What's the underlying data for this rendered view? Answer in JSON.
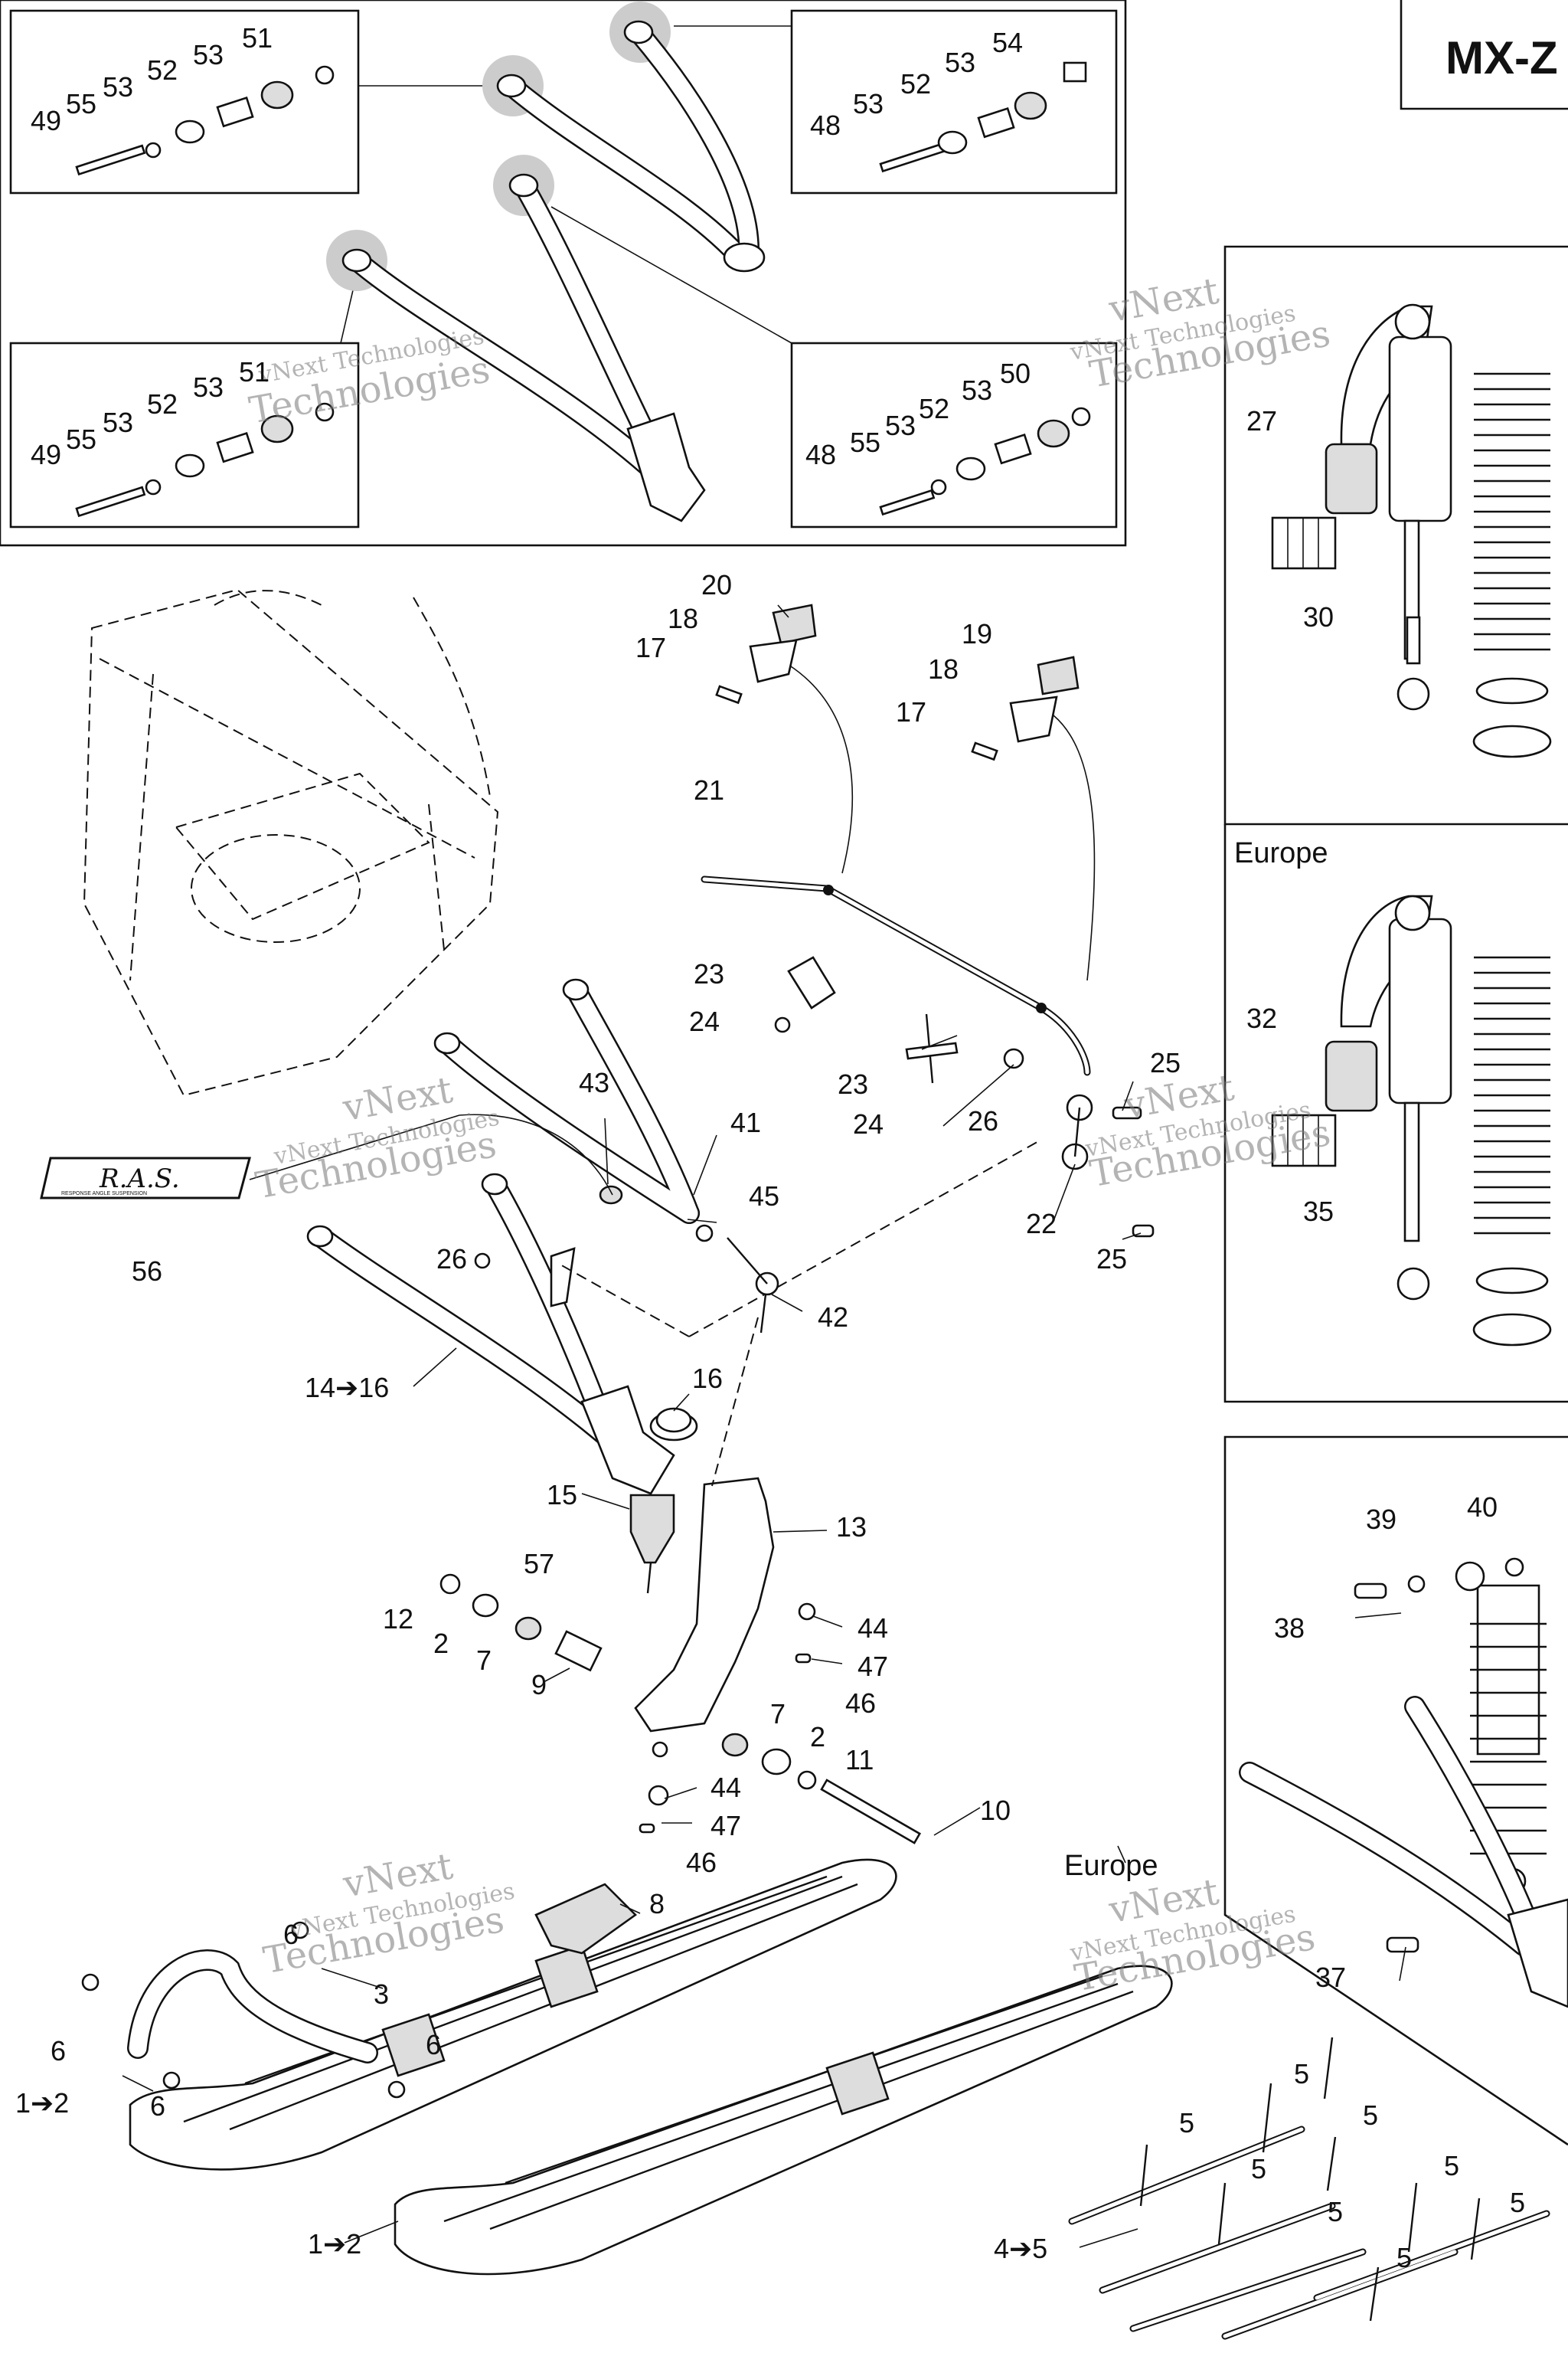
{
  "title": "MX-Z",
  "region_labels": [
    "Europe",
    "Europe"
  ],
  "watermark": {
    "line1": "vNext Technologies",
    "line2": "vNext",
    "line3": "Technologies"
  },
  "ras_logo": {
    "main": "R.A.S.",
    "sub": "RESPONSE ANGLE SUSPENSION"
  },
  "callouts": [
    "51",
    "53",
    "52",
    "53",
    "49",
    "55",
    "53",
    "52",
    "54",
    "53",
    "48",
    "51",
    "53",
    "52",
    "53",
    "49",
    "55",
    "50",
    "53",
    "52",
    "53",
    "48",
    "55",
    "27",
    "30",
    "32",
    "35",
    "20",
    "18",
    "17",
    "19",
    "18",
    "17",
    "21",
    "23",
    "24",
    "23",
    "24",
    "26",
    "25",
    "22",
    "25",
    "43",
    "41",
    "45",
    "42",
    "56",
    "26",
    "14➔16",
    "16",
    "15",
    "13",
    "57",
    "12",
    "2",
    "7",
    "9",
    "44",
    "47",
    "46",
    "7",
    "2",
    "11",
    "44",
    "47",
    "46",
    "10",
    "8",
    "6",
    "3",
    "6",
    "6",
    "6",
    "1➔2",
    "1➔2",
    "39",
    "40",
    "38",
    "37",
    "5",
    "5",
    "5",
    "5",
    "5",
    "5",
    "5",
    "5",
    "4➔5"
  ]
}
